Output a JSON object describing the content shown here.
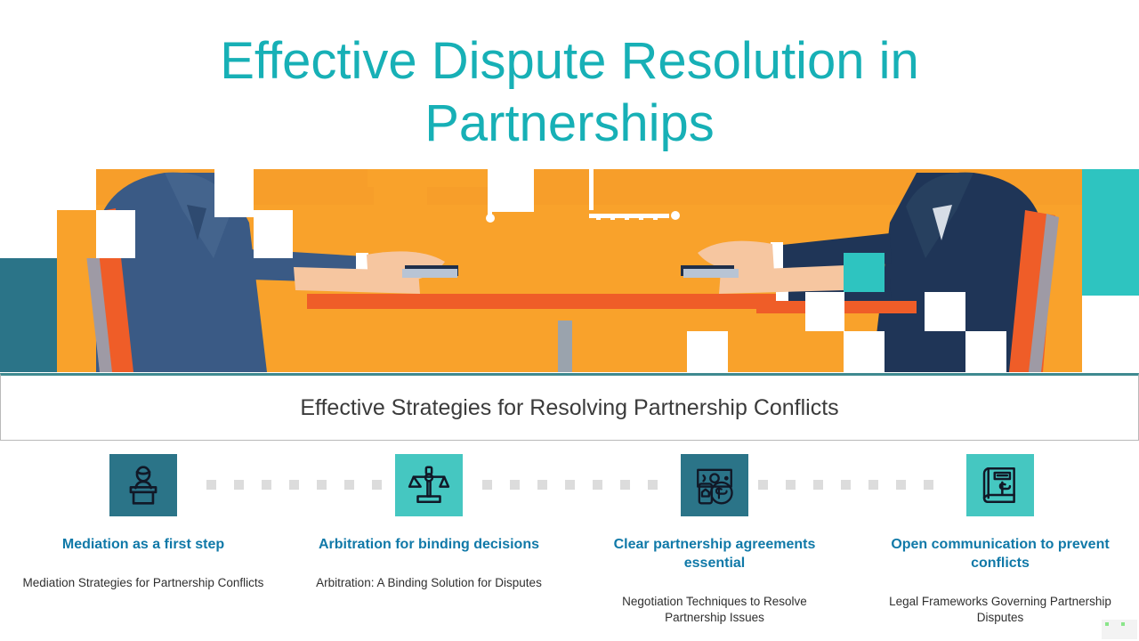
{
  "slide": {
    "title": "Effective Dispute Resolution in Partnerships",
    "subtitle": "Effective Strategies for Resolving Partnership Conflicts",
    "title_color": "#17b0b6",
    "heading_color": "#1079a8",
    "accent_teal": "#2ec4c0",
    "accent_dark_teal": "#2b7488",
    "accent_orange": "#f9a22b",
    "accent_navy": "#1f3557",
    "accent_red_orange": "#ef5d28",
    "dot_color": "#dcdcdc"
  },
  "hero": {
    "alt": "Illustration of business people at an orange conference table negotiating"
  },
  "timeline": {
    "connector_dots_per_gap": 7,
    "steps": [
      {
        "icon": "speaker-at-podium-icon",
        "icon_bg": "#2b7488",
        "title": "Mediation as a first step",
        "description": "Mediation Strategies for Partnership Conflicts"
      },
      {
        "icon": "scales-of-justice-icon",
        "icon_bg": "#45c7c1",
        "title": "Arbitration for binding decisions",
        "description": "Arbitration: A Binding Solution for Disputes"
      },
      {
        "icon": "money-payment-icon",
        "icon_bg": "#2b7488",
        "title": "Clear partnership agreements essential",
        "description": "Negotiation Techniques to Resolve Partnership Issues"
      },
      {
        "icon": "law-book-dollar-icon",
        "icon_bg": "#45c7c1",
        "title": "Open communication to prevent conflicts",
        "description": "Legal Frameworks Governing Partnership Disputes"
      }
    ]
  }
}
